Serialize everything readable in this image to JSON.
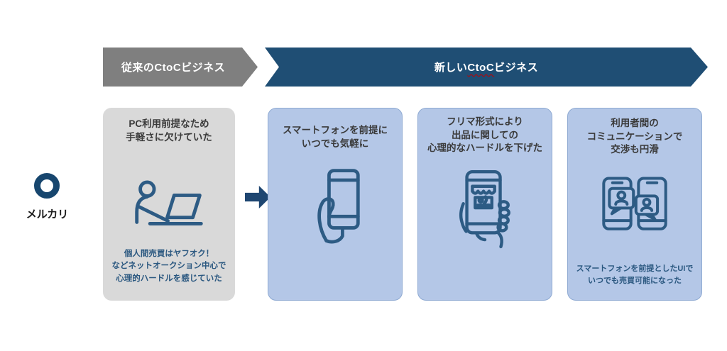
{
  "brand": {
    "name": "メルカリ",
    "logo": "mercari-ring-icon"
  },
  "timeline": {
    "old_banner": "従来のCtoCビジネス",
    "new_banner": {
      "prefix": "新しい",
      "highlight": "CtoC",
      "suffix": "ビジネス"
    }
  },
  "old_card": {
    "title": [
      "PC利用前提なため",
      "手軽さに欠けていた"
    ],
    "icon": "person-at-laptop-icon",
    "note": [
      "個人間売買はヤフオク！",
      "などネットオークション中心で",
      "心理的ハードルを感じていた"
    ]
  },
  "new_cards": [
    {
      "title": [
        "スマートフォンを前提に",
        "いつでも気軽に"
      ],
      "icon": "hand-holding-smartphone-icon"
    },
    {
      "title": [
        "フリマ形式により",
        "出品に関しての",
        "心理的なハードルを下げた"
      ],
      "icon": "smartphone-marketplace-icon"
    },
    {
      "title": [
        "利用者間の",
        "コミュニケーションで",
        "交渉も円滑"
      ],
      "icon": "smartphones-chat-icon",
      "note": [
        "スマートフォンを前提としたUIで",
        "いつでも売買可能になった"
      ]
    }
  ],
  "colors": {
    "navy_banner": "#1F4E74",
    "banner_gray": "#7F7F7F",
    "card_gray": "#D9D9D9",
    "card_blue": "#B4C7E7",
    "card_blue_border": "#8FAAD2",
    "icon_stroke": "#2D5B84",
    "note_text": "#2B5880",
    "title_text": "#3A3A3A",
    "spellcheck_red": "#C00000",
    "arrow_navy": "#1E4671"
  }
}
